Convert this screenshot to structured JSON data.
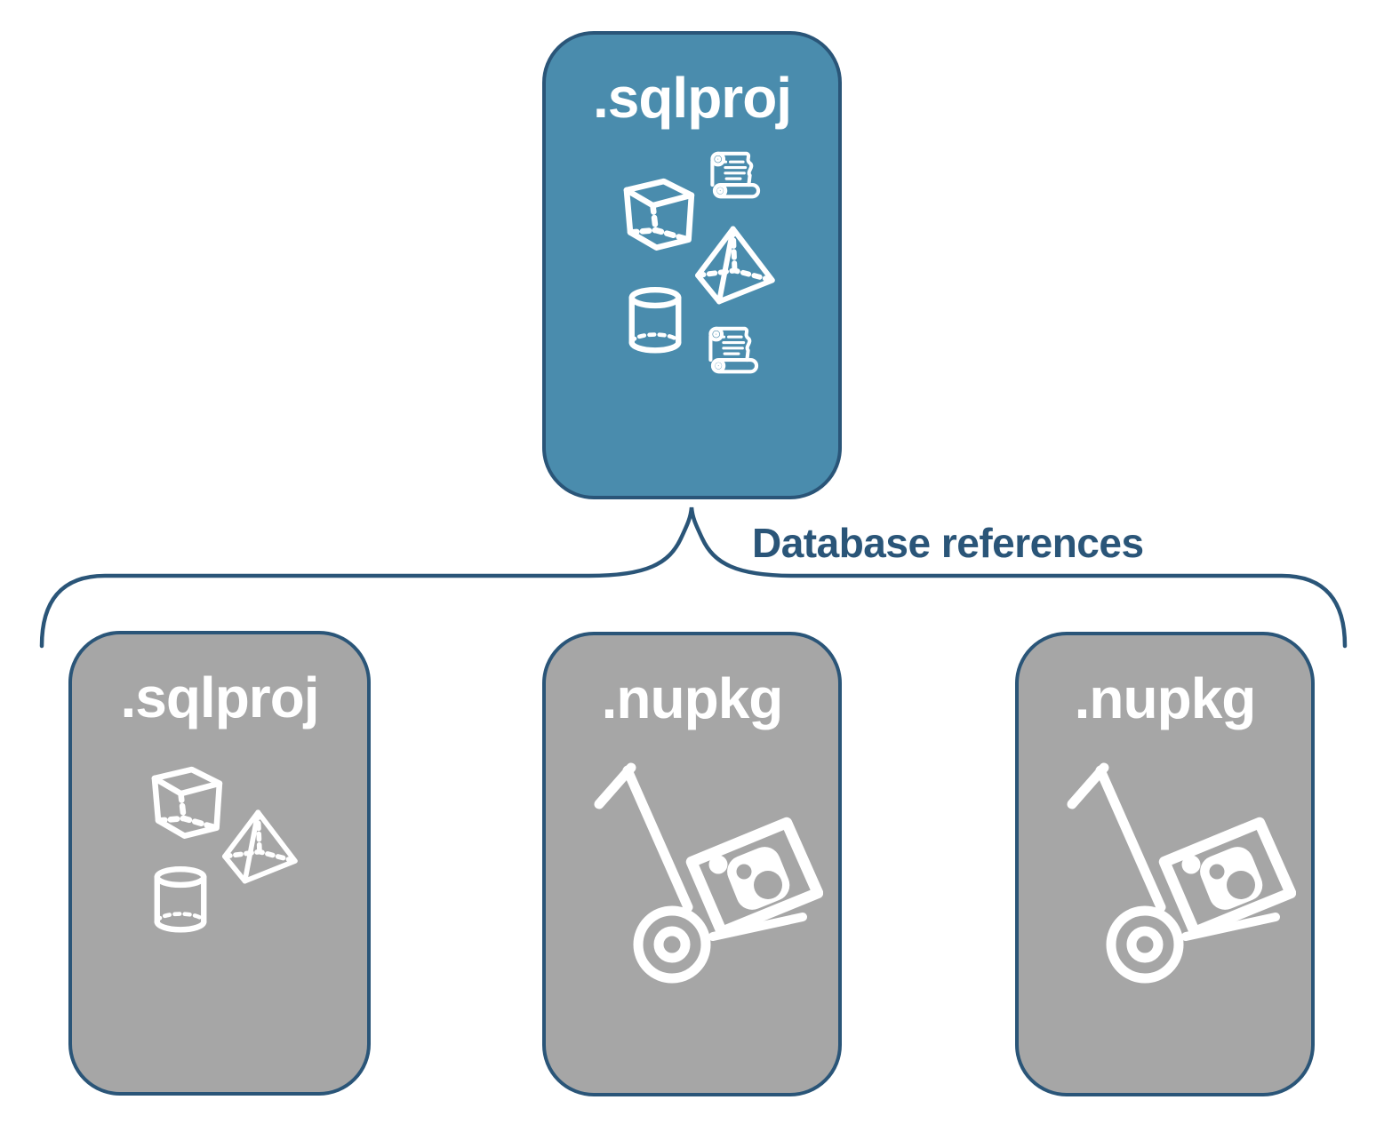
{
  "root": {
    "label": ".sqlproj",
    "icons": [
      "cube-icon",
      "scroll-icon",
      "pyramid-icon",
      "cylinder-icon",
      "scroll-icon"
    ]
  },
  "edge_label": "Database references",
  "children": [
    {
      "label": ".sqlproj",
      "icons": [
        "cube-icon",
        "pyramid-icon",
        "cylinder-icon"
      ]
    },
    {
      "label": ".nupkg",
      "icons": [
        "nuget-handtruck-icon"
      ]
    },
    {
      "label": ".nupkg",
      "icons": [
        "nuget-handtruck-icon"
      ]
    }
  ],
  "colors": {
    "root_fill": "#4A8CAD",
    "child_fill": "#A6A6A6",
    "outline": "#2A5578",
    "icon": "#FFFFFF",
    "background": "#FFFFFF"
  }
}
